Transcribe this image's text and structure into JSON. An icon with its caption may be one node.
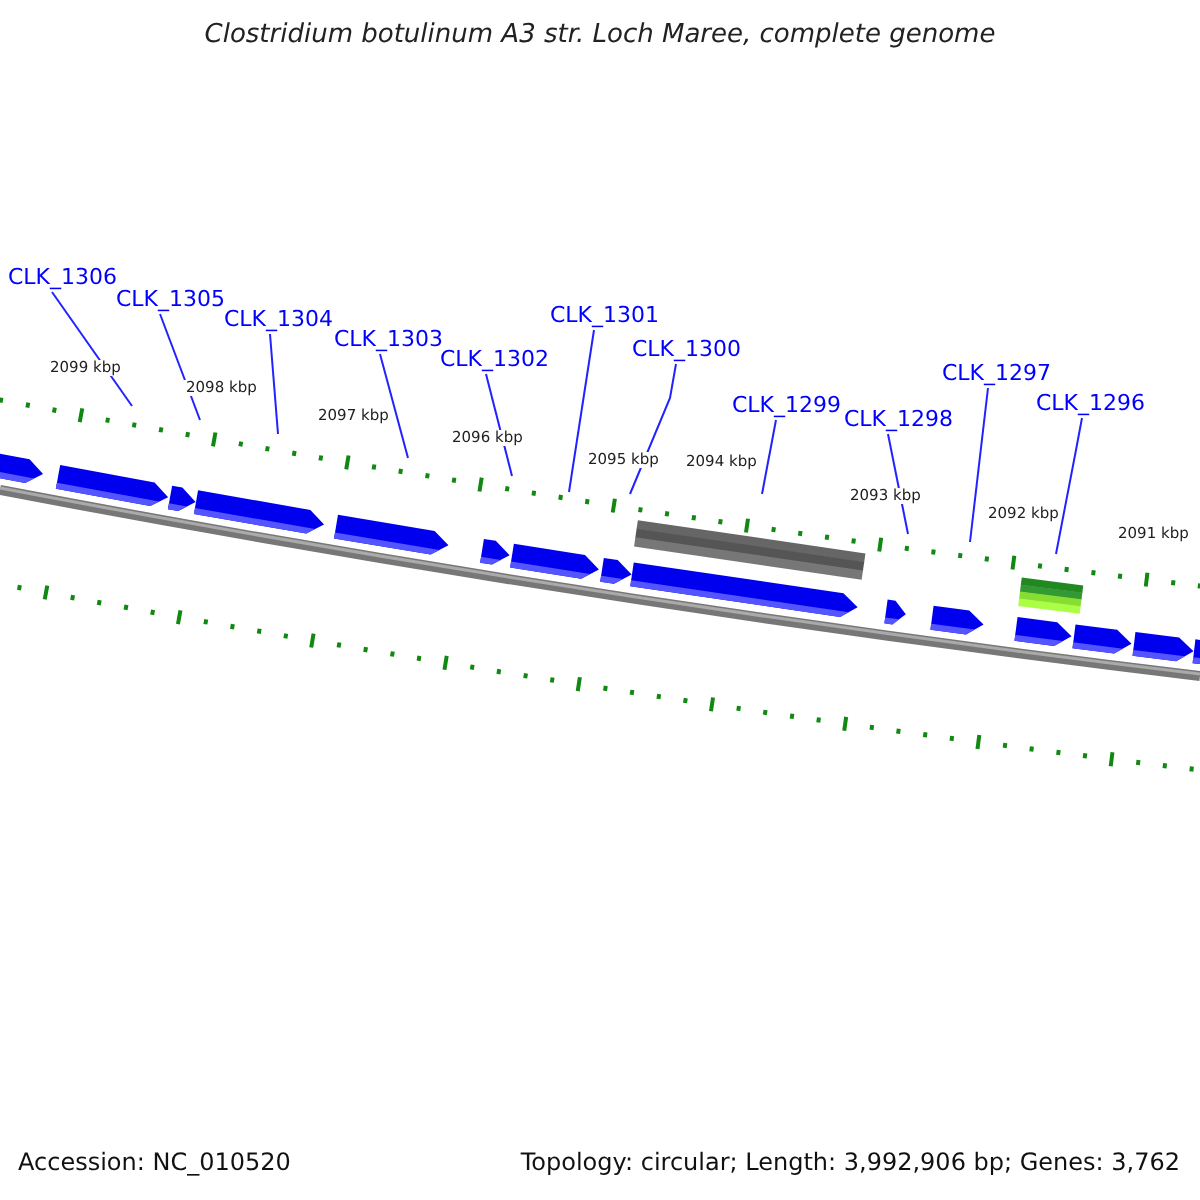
{
  "diagram": {
    "title": "Clostridium botulinum A3 str. Loch Maree, complete genome",
    "nodes": [
      {
        "text": [
          "CLK_1306"
        ]
      },
      {
        "text": [
          "CLK_1305"
        ]
      },
      {
        "text": [
          "CLK_1304"
        ]
      },
      {
        "text": [
          "CLK_1303"
        ]
      },
      {
        "text": [
          "CLK_1302"
        ]
      },
      {
        "text": [
          "CLK_1301"
        ]
      },
      {
        "text": [
          "CLK_1300"
        ]
      },
      {
        "text": [
          "CLK_1299"
        ]
      },
      {
        "text": [
          "CLK_1298"
        ]
      },
      {
        "text": [
          "CLK_1297"
        ]
      },
      {
        "text": [
          "CLK_1296"
        ]
      }
    ],
    "edges": [
      {
        "from": 0,
        "to": null,
        "arrow": "none"
      },
      {
        "from": 1,
        "to": null,
        "arrow": "none"
      },
      {
        "from": 2,
        "to": null,
        "arrow": "none"
      },
      {
        "from": 3,
        "to": null,
        "arrow": "none"
      },
      {
        "from": 4,
        "to": null,
        "arrow": "none"
      },
      {
        "from": 5,
        "to": null,
        "arrow": "none"
      },
      {
        "from": 6,
        "to": null,
        "arrow": "none"
      },
      {
        "from": 7,
        "to": null,
        "arrow": "none"
      },
      {
        "from": 8,
        "to": null,
        "arrow": "none"
      },
      {
        "from": 9,
        "to": null,
        "arrow": "none"
      },
      {
        "from": 10,
        "to": null,
        "arrow": "none"
      }
    ],
    "labels": [
      "2099 kbp",
      "2098 kbp",
      "2097 kbp",
      "2096 kbp",
      "2095 kbp",
      "2094 kbp",
      "2093 kbp",
      "2092 kbp",
      "2091 kbp",
      "Accession: NC_010520",
      "Topology: circular; Length: 3,992,906 bp; Genes: 3,762"
    ]
  }
}
